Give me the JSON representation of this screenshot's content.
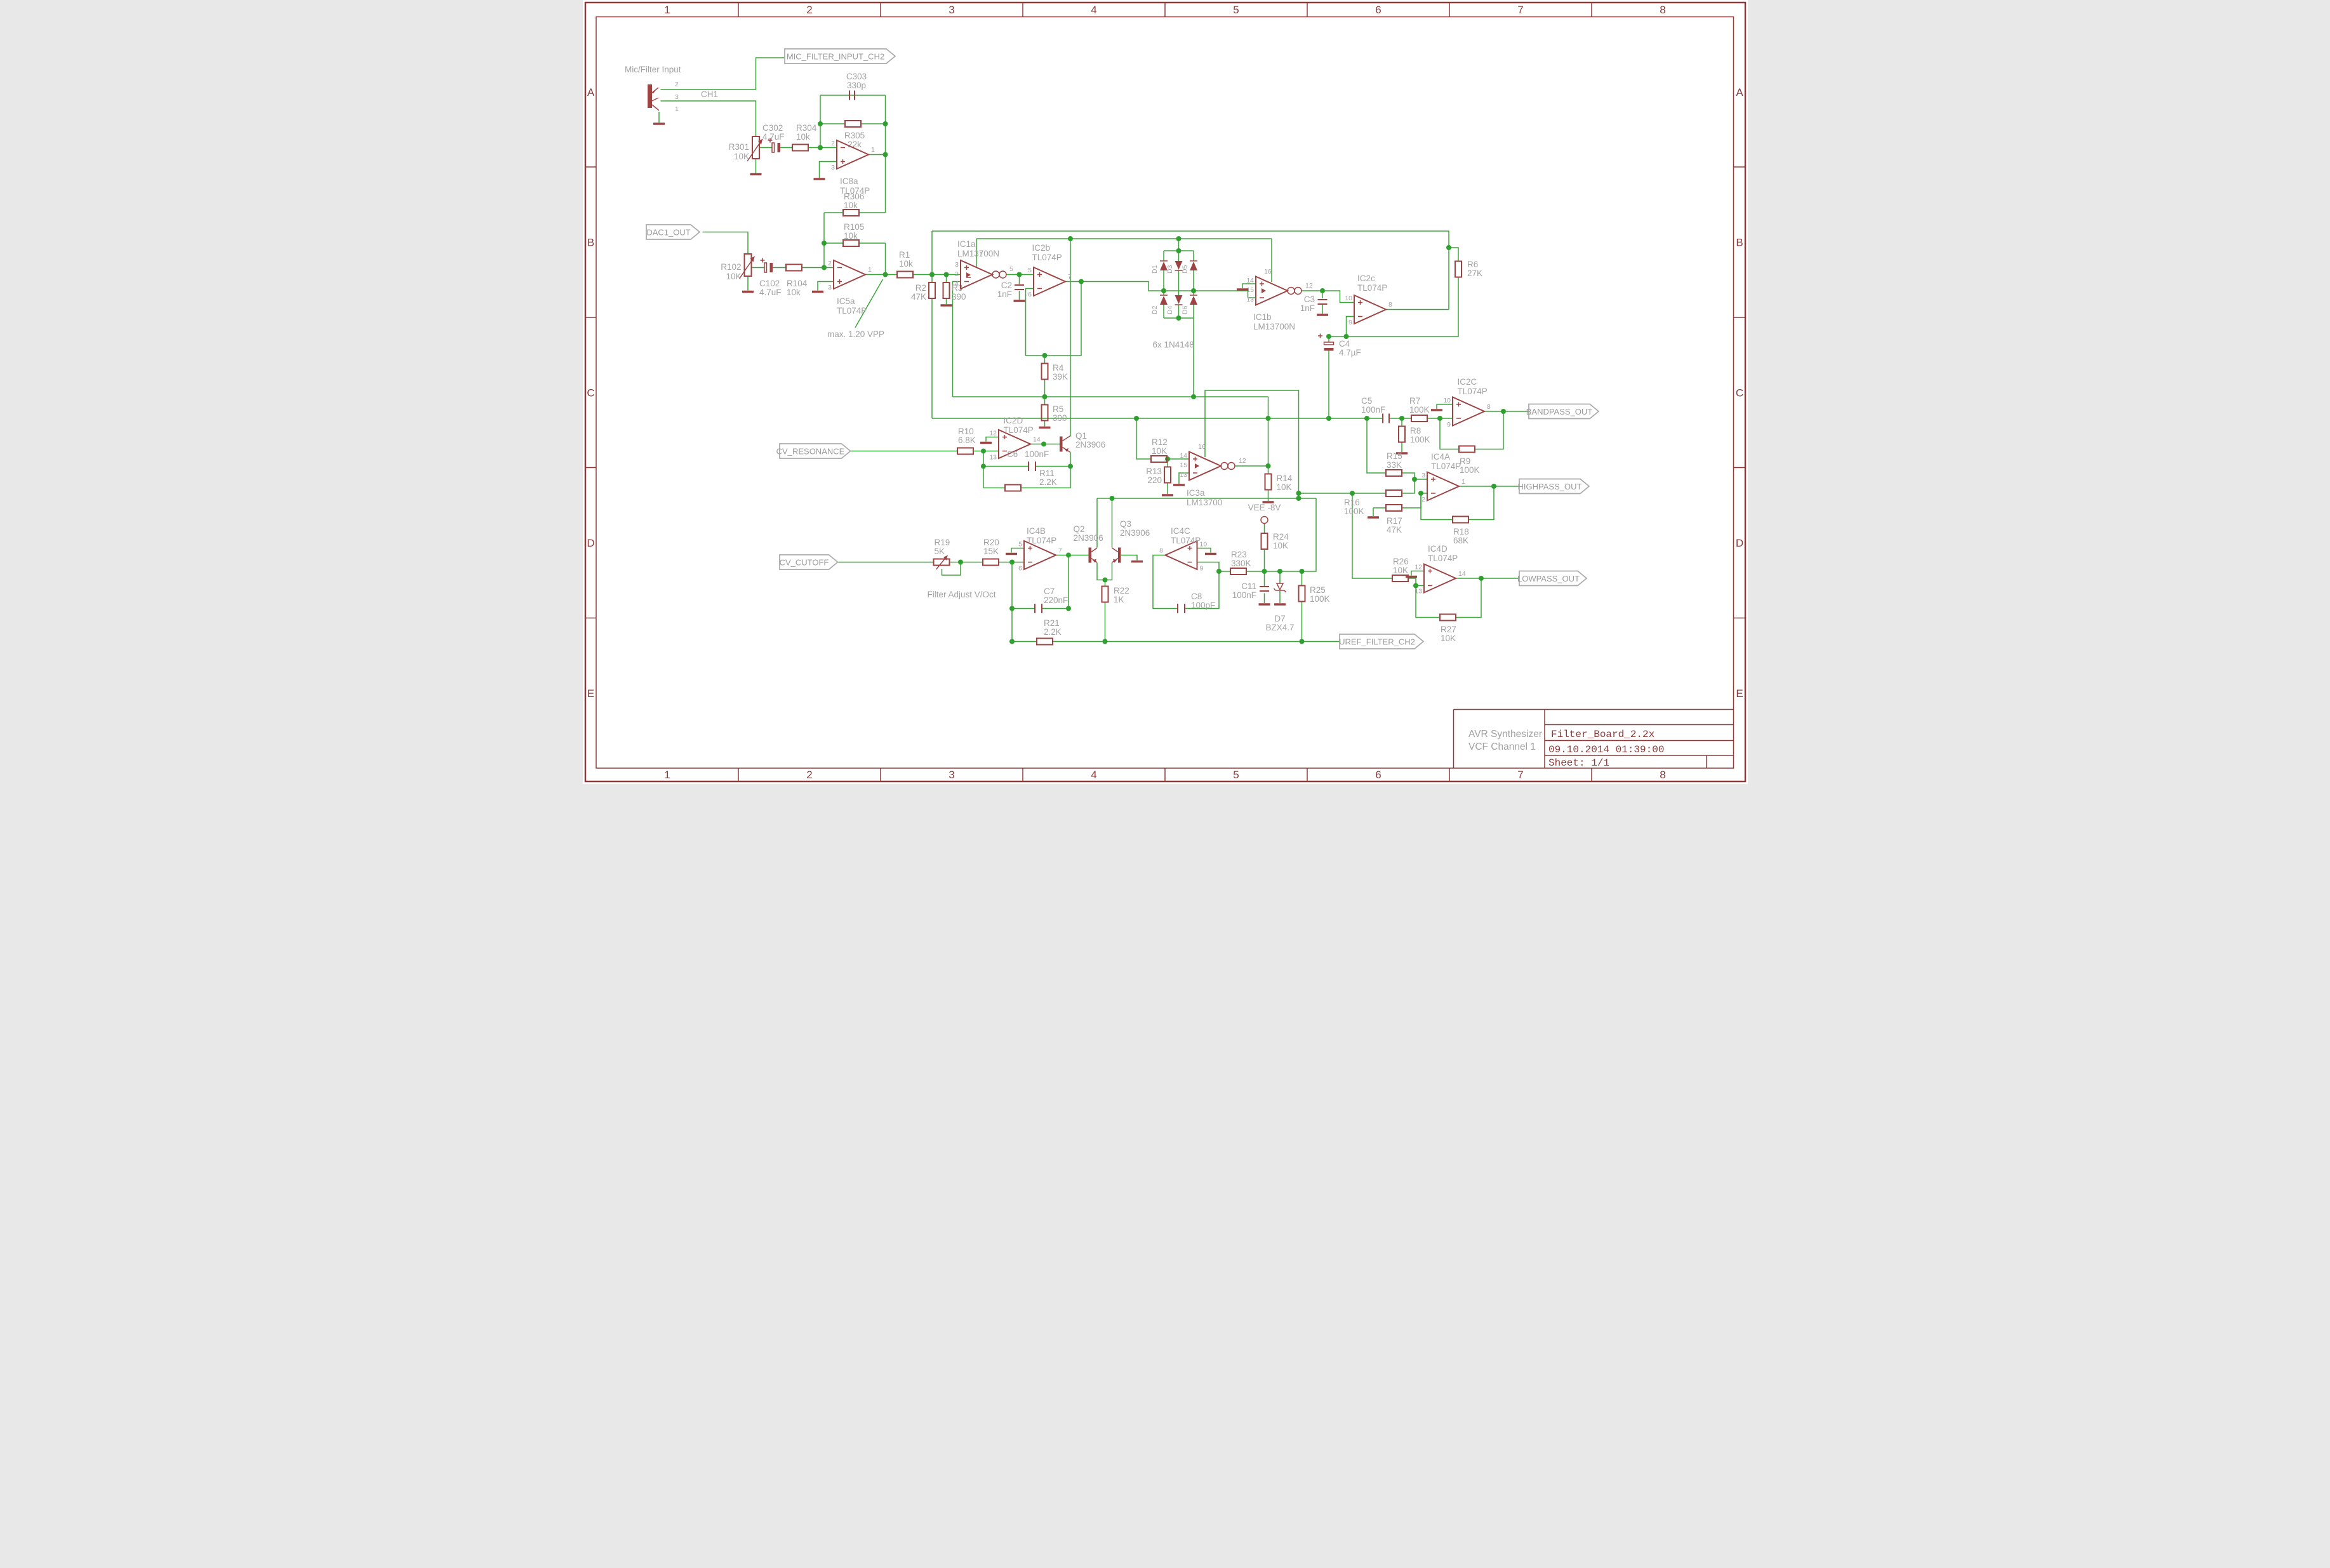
{
  "frame": {
    "columns": [
      "1",
      "2",
      "3",
      "4",
      "5",
      "6",
      "7",
      "8"
    ],
    "rows": [
      "A",
      "B",
      "C",
      "D",
      "E"
    ]
  },
  "title_block": {
    "project_line1": "AVR Synthesizer",
    "project_line2": "VCF Channel 1",
    "document": "Filter_Board_2.2x",
    "date": "09.10.2014 01:39:00",
    "sheet": "Sheet: 1/1"
  },
  "nets": {
    "mic": "MIC_FILTER_INPUT_CH2",
    "dac": "DAC1_OUT",
    "resonance": "CV_RESONANCE",
    "cutoff": "CV_CUTOFF",
    "uref": "UREF_FILTER_CH2",
    "bandpass": "BANDPASS_OUT",
    "highpass": "HIGHPASS_OUT",
    "lowpass": "LOWPASS_OUT"
  },
  "notes": {
    "mic_input": "Mic/Filter Input",
    "ch1": "CH1",
    "vpp": "max. 1.20 VPP",
    "adjust": "Filter Adjust V/Oct",
    "diodes": "6x 1N4148",
    "vee": "VEE -8V"
  },
  "comp": {
    "r301": {
      "r": "R301",
      "v": "10K"
    },
    "c302": {
      "r": "C302",
      "v": "4.7uF"
    },
    "r304": {
      "r": "R304",
      "v": "10k"
    },
    "c303": {
      "r": "C303",
      "v": "330p"
    },
    "r305": {
      "r": "R305",
      "v": "22k"
    },
    "ic8a": {
      "r": "IC8a",
      "v": "TL074P"
    },
    "r102": {
      "r": "R102",
      "v": "10K"
    },
    "c102": {
      "r": "C102",
      "v": "4.7uF"
    },
    "r104": {
      "r": "R104",
      "v": "10k"
    },
    "r105": {
      "r": "R105",
      "v": "10k"
    },
    "r306": {
      "r": "R306",
      "v": "10k"
    },
    "ic5a": {
      "r": "IC5a",
      "v": "TL074P"
    },
    "r1": {
      "r": "R1",
      "v": "10k"
    },
    "r2": {
      "r": "R2",
      "v": "47K"
    },
    "r3": {
      "r": "R3",
      "v": "390"
    },
    "ic1a": {
      "r": "IC1a",
      "v": "LM13700N"
    },
    "c2": {
      "r": "C2",
      "v": "1nF"
    },
    "ic2b": {
      "r": "IC2b",
      "v": "TL074P"
    },
    "r4": {
      "r": "R4",
      "v": "39K"
    },
    "r5": {
      "r": "R5",
      "v": "390"
    },
    "d1": {
      "r": "D1"
    },
    "d2": {
      "r": "D2"
    },
    "d3": {
      "r": "D3"
    },
    "d4": {
      "r": "D4"
    },
    "d5": {
      "r": "D5"
    },
    "d6": {
      "r": "D6"
    },
    "ic1b": {
      "r": "IC1b",
      "v": "LM13700N"
    },
    "c3": {
      "r": "C3",
      "v": "1nF"
    },
    "ic2c": {
      "r": "IC2c",
      "v": "TL074P"
    },
    "r6": {
      "r": "R6",
      "v": "27K"
    },
    "c4": {
      "r": "C4",
      "v": "4.7µF"
    },
    "c5": {
      "r": "C5",
      "v": "100nF"
    },
    "r7": {
      "r": "R7",
      "v": "100K"
    },
    "r8": {
      "r": "R8",
      "v": "100K"
    },
    "r9": {
      "r": "R9",
      "v": "100K"
    },
    "ic2cc": {
      "r": "IC2C",
      "v": "TL074P"
    },
    "r10": {
      "r": "R10",
      "v": "6.8K"
    },
    "ic2d": {
      "r": "IC2D",
      "v": "TL074P"
    },
    "q1": {
      "r": "Q1",
      "v": "2N3906"
    },
    "c6": {
      "r": "C6",
      "v": "100nF"
    },
    "r11": {
      "r": "R11",
      "v": "2.2K"
    },
    "r12": {
      "r": "R12",
      "v": "10K"
    },
    "r13": {
      "r": "R13",
      "v": "220"
    },
    "ic3a": {
      "r": "IC3a",
      "v": "LM13700"
    },
    "r14": {
      "r": "R14",
      "v": "10K"
    },
    "r15": {
      "r": "R15",
      "v": "33K"
    },
    "r16": {
      "r": "R16",
      "v": "100K"
    },
    "r17": {
      "r": "R17",
      "v": "47K"
    },
    "ic4a": {
      "r": "IC4A",
      "v": "TL074P"
    },
    "r18": {
      "r": "R18",
      "v": "68K"
    },
    "r19": {
      "r": "R19",
      "v": "5K"
    },
    "r20": {
      "r": "R20",
      "v": "15K"
    },
    "ic4b": {
      "r": "IC4B",
      "v": "TL074P"
    },
    "c7": {
      "r": "C7",
      "v": "220nF"
    },
    "r21": {
      "r": "R21",
      "v": "2.2K"
    },
    "q2": {
      "r": "Q2",
      "v": "2N3906"
    },
    "q3": {
      "r": "Q3",
      "v": "2N3906"
    },
    "r22": {
      "r": "R22",
      "v": "1K"
    },
    "ic4c": {
      "r": "IC4C",
      "v": "TL074P"
    },
    "c8": {
      "r": "C8",
      "v": "100pF"
    },
    "r23": {
      "r": "R23",
      "v": "330K"
    },
    "r24": {
      "r": "R24",
      "v": "10K"
    },
    "c11": {
      "r": "C11",
      "v": "100nF"
    },
    "d7": {
      "r": "D7",
      "v": "BZX4.7"
    },
    "r25": {
      "r": "R25",
      "v": "100K"
    },
    "r26": {
      "r": "R26",
      "v": "10K"
    },
    "ic4d": {
      "r": "IC4D",
      "v": "TL074P"
    },
    "r27": {
      "r": "R27",
      "v": "10K"
    }
  },
  "pins": {
    "jack": [
      "2",
      "3",
      "1"
    ],
    "ic8a": [
      "2",
      "3",
      "1"
    ],
    "ic5a": [
      "2",
      "3",
      "1"
    ],
    "ic1a": [
      "3",
      "2",
      "4",
      "1",
      "5"
    ],
    "ic2b": [
      "5",
      "6",
      "7"
    ],
    "ic1b": [
      "14",
      "15",
      "13",
      "16",
      "12"
    ],
    "ic2c": [
      "10",
      "9",
      "8"
    ],
    "ic2cc": [
      "10",
      "9",
      "8"
    ],
    "ic2d": [
      "12",
      "13",
      "14"
    ],
    "ic3a": [
      "14",
      "15",
      "13",
      "16",
      "12"
    ],
    "ic4a": [
      "3",
      "2",
      "1"
    ],
    "ic4b": [
      "5",
      "6",
      "7"
    ],
    "ic4c": [
      "10",
      "9",
      "8"
    ],
    "ic4d": [
      "12",
      "13",
      "14"
    ]
  }
}
